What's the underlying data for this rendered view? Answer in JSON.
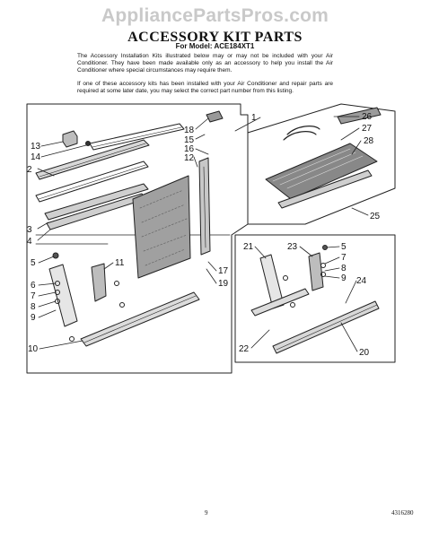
{
  "watermark": "AppliancePartsPros.com",
  "title": "ACCESSORY KIT PARTS",
  "model_line": "For Model: ACE184XT1",
  "intro": {
    "p1": "The Accessory Installation Kits illustrated below may or may not be included with your Air Conditioner. They have been made available only as an accessory to help you install the Air Conditioner where special circumstances may require them.",
    "p2": "If one of these accessory kits has been installed with your Air Conditioner and repair parts are required at some later date, you may select the correct part number from this listing."
  },
  "callouts": [
    "1",
    "2",
    "3",
    "4",
    "5",
    "6",
    "7",
    "8",
    "9",
    "10",
    "11",
    "12",
    "13",
    "14",
    "15",
    "16",
    "17",
    "18",
    "19",
    "20",
    "21",
    "22",
    "23",
    "24",
    "25",
    "26",
    "27",
    "28"
  ],
  "footer": {
    "page_number": "9",
    "doc_number": "4316280"
  }
}
